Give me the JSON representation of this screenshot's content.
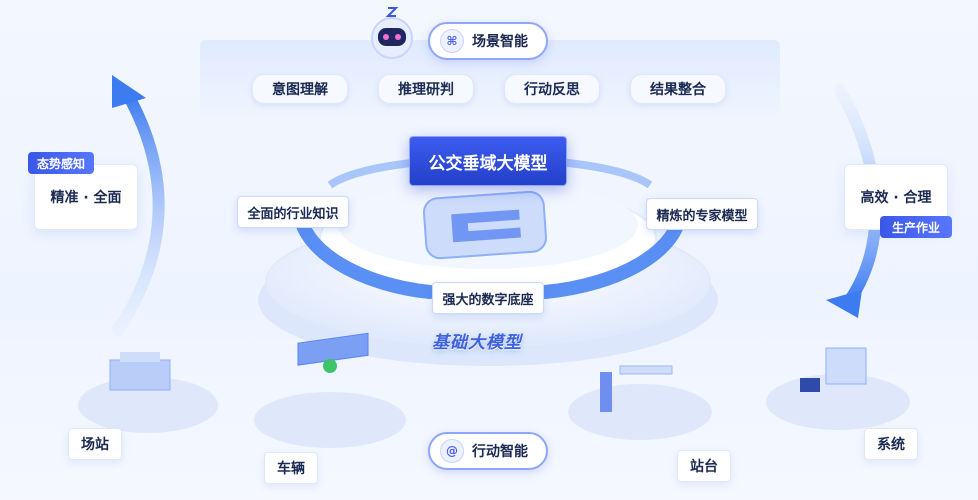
{
  "scene_capability": {
    "label": "场景智能",
    "icon": "nodes-icon"
  },
  "action_capability": {
    "label": "行动智能",
    "icon": "at-icon"
  },
  "pipeline": [
    {
      "label": "意图理解"
    },
    {
      "label": "推理研判"
    },
    {
      "label": "行动反思"
    },
    {
      "label": "结果整合"
    }
  ],
  "left_panel": {
    "tag": "态势感知",
    "text": "精准 · 全面"
  },
  "right_panel": {
    "text": "高效 · 合理",
    "tag": "生产作业"
  },
  "center": {
    "title": "公交垂域大模型",
    "base_label": "基础大模型",
    "features": {
      "left": "全面的行业知识",
      "right": "精炼的专家模型",
      "bottom": "强大的数字底座"
    }
  },
  "nodes": [
    {
      "label": "场站"
    },
    {
      "label": "车辆"
    },
    {
      "label": "站台"
    },
    {
      "label": "系统"
    }
  ],
  "colors": {
    "accent": "#3a57e8",
    "ring": "#3f7cf2",
    "background": "#eef4ff"
  }
}
